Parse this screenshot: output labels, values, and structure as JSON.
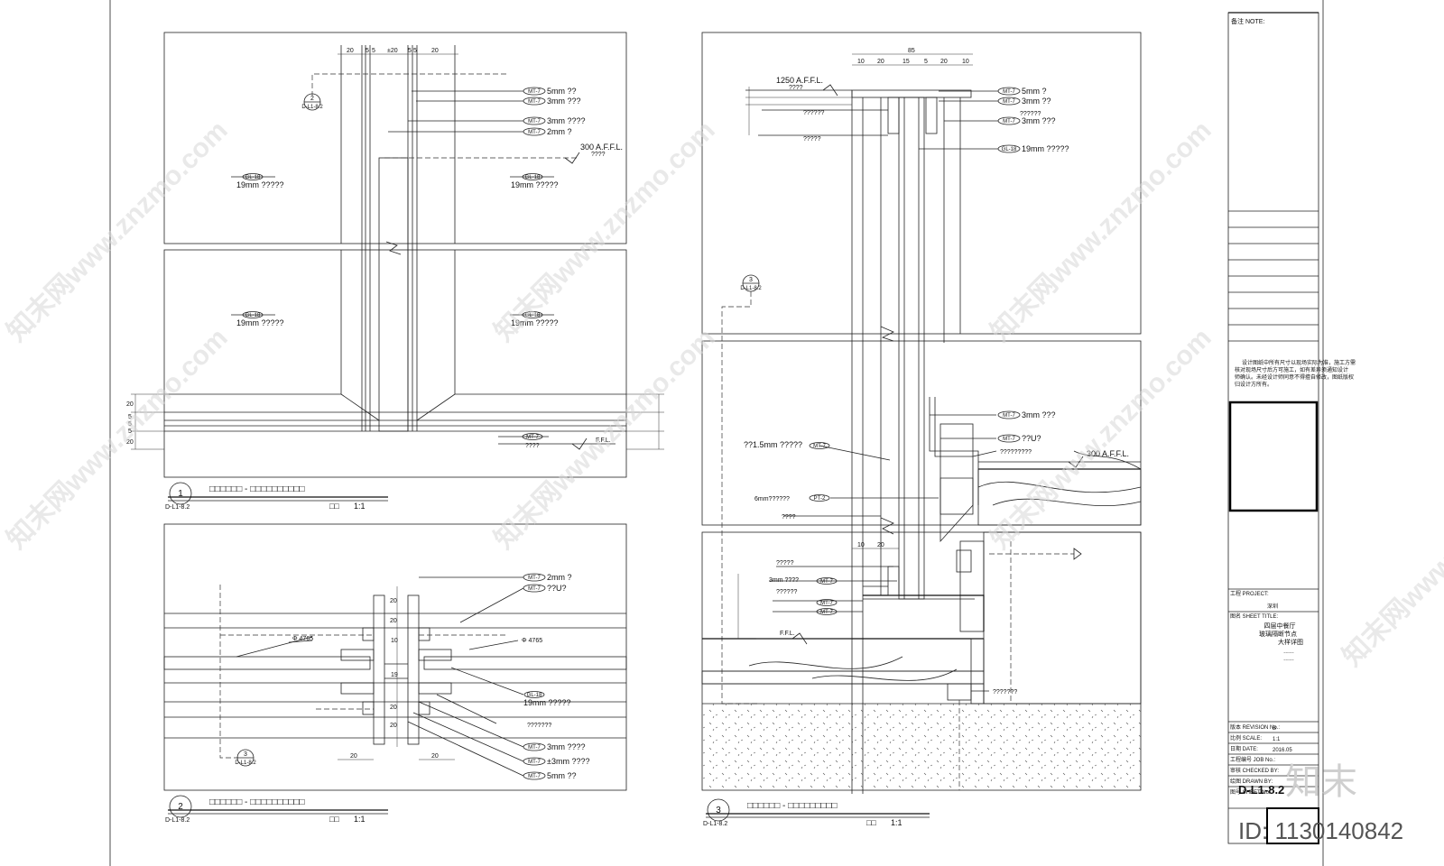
{
  "watermark": {
    "site": "知末网www.znzmo.com",
    "brand": "知末",
    "id": "ID: 1130140842"
  },
  "detail1": {
    "number": "1",
    "sheet_ref": "D-L1-8.2",
    "title": "□□□□□□ - □□□□□□□□□□",
    "scale_prefix": "□□",
    "scale": "1:1",
    "dims_top": [
      "20",
      "5",
      "5",
      "±20",
      "5",
      "5",
      "20"
    ],
    "dims_side": [
      "20",
      "5",
      "5",
      "5",
      "20"
    ],
    "callout_num": "2",
    "callout_ref": "D-L1-8.2",
    "tags": [
      {
        "code": "MT-7",
        "text": "5mm ??"
      },
      {
        "code": "MT-7",
        "text": "3mm ???"
      },
      {
        "code": "MT-7",
        "text": "3mm ????"
      },
      {
        "code": "MT-7",
        "text": "2mm ?"
      }
    ],
    "level_300": "300 A.F.F.L.",
    "level_300_sub": "????",
    "glass": [
      {
        "code": "GL-18",
        "text": "19mm ?????"
      },
      {
        "code": "GL-18",
        "text": "19mm ?????"
      },
      {
        "code": "GL-18",
        "text": "19mm ?????"
      },
      {
        "code": "GL-18",
        "text": "19mm ?????"
      }
    ],
    "bottom_tag": {
      "code": "MT-7",
      "text": "????"
    },
    "ffl": "F.F.L."
  },
  "detail2": {
    "number": "2",
    "sheet_ref": "D-L1-8.2",
    "title": "□□□□□□ - □□□□□□□□□□",
    "scale_prefix": "□□",
    "scale": "1:1",
    "callout_num": "3",
    "callout_ref": "D-L1-8.2",
    "tags_top": [
      {
        "code": "MT-7",
        "text": "2mm ?"
      },
      {
        "code": "MT-7",
        "text": "??U?"
      }
    ],
    "pipe_left": "Φ 4765",
    "pipe_right": "Φ 4765",
    "glass": {
      "code": "GL-18",
      "text": "19mm ?????"
    },
    "plain": "???????",
    "tags_bottom": [
      {
        "code": "MT-7",
        "text": "3mm ????"
      },
      {
        "code": "MT-7",
        "text": "±3mm ????"
      },
      {
        "code": "MT-7",
        "text": "5mm ??"
      }
    ],
    "dims_v": [
      "20",
      "20",
      "10",
      "19",
      "20",
      "20"
    ],
    "dims_h": [
      "20",
      "20"
    ]
  },
  "detail3": {
    "number": "3",
    "sheet_ref": "D-L1-8.2",
    "title": "□□□□□□ - □□□□□□□□□",
    "scale_prefix": "□□",
    "scale": "1:1",
    "overall": "85",
    "dims_top": [
      "10",
      "20",
      "15",
      "5",
      "20",
      "10"
    ],
    "level_1250": "1250 A.F.F.L.",
    "level_1250_sub": "????",
    "callout_num": "3",
    "callout_ref": "D-L1-8.2",
    "tags_top": [
      {
        "code": "MT-7",
        "text": "5mm ?"
      },
      {
        "code": "MT-7",
        "text": "3mm ??"
      },
      {
        "code": "MT-7",
        "text": "3mm ???"
      }
    ],
    "left_top": [
      "??????",
      "?????"
    ],
    "glass_tag": {
      "code": "GL-18",
      "text": "19mm ?????"
    },
    "plain_top": "??????",
    "mid_tags": [
      {
        "code": "MT-7",
        "text": "3mm ???"
      },
      {
        "code": "MT-7",
        "text": "??U?"
      }
    ],
    "mid_plain": "?????????",
    "level_300": "300 A.F.F.L.",
    "left_mid": [
      {
        "text": "??1.5mm ?????",
        "code": "MT-7"
      },
      {
        "text": "6mm??????",
        "code": "PT-2"
      },
      {
        "text": "????",
        "code": ""
      }
    ],
    "left_low": [
      "?????",
      "3mm ????",
      "??????"
    ],
    "low_tags": [
      "MT-7",
      "MT-7",
      "MT-7"
    ],
    "ffl": "F.F.L.",
    "bottom_plain": "???????",
    "dims_small": [
      "10",
      "20"
    ]
  },
  "title_block": {
    "notes_header": "备注 NOTE:",
    "notes_text": [
      "设计图纸中所有尺寸以现场实际为准，施工方需",
      "核对现场尺寸后方可施工，如有差异须通知设计",
      "师确认。未经设计师同意不得擅自修改，图纸版权",
      "归设计方所有。"
    ],
    "project_label": "工程 PROJECT:",
    "project_value": "深圳",
    "drawing_label": "图名 SHEET TITLE:",
    "drawing_title": [
      "四层中餐厅",
      "玻璃隔断节点",
      "大样详图"
    ],
    "drawing_dots": [
      "......",
      "......"
    ],
    "rows": [
      {
        "label": "版本 REVISION No.:",
        "value": "B"
      },
      {
        "label": "比例 SCALE:",
        "value": "1:1"
      },
      {
        "label": "日期 DATE:",
        "value": "2016.05"
      },
      {
        "label": "工程编号 JOB No.:",
        "value": ""
      },
      {
        "label": "审核 CHECKED BY:",
        "value": ""
      },
      {
        "label": "绘图 DRAWN BY:",
        "value": ""
      }
    ],
    "sheet_no_label": "图号 SHEET No.:",
    "sheet_no": "D-L1-8.2"
  }
}
